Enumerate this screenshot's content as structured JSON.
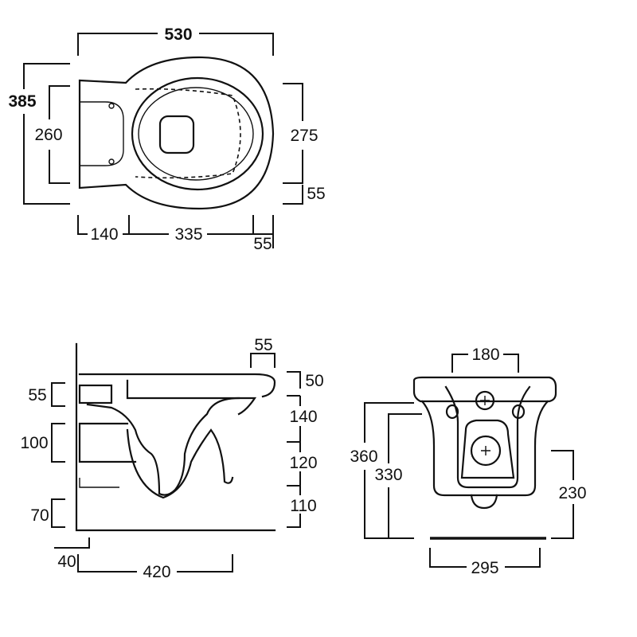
{
  "diagram": {
    "top_view": {
      "overall_length": "530",
      "overall_depth": "385",
      "bracket_height": "260",
      "bowl_depth": "275",
      "rear_offset": "55",
      "wall_offset": "140",
      "bowl_length": "335",
      "front_offset": "55"
    },
    "side_view": {
      "rim_overhang": "55",
      "rim_height": "50",
      "upper_drop": "140",
      "middle_drop": "120",
      "lower_drop": "110",
      "inlet_height": "55",
      "outlet_height": "100",
      "base_height": "70",
      "wall_gap": "40",
      "projection": "420"
    },
    "rear_view": {
      "bolt_spacing": "180",
      "total_height": "360",
      "body_height": "330",
      "outlet_height": "230",
      "width": "295"
    }
  }
}
